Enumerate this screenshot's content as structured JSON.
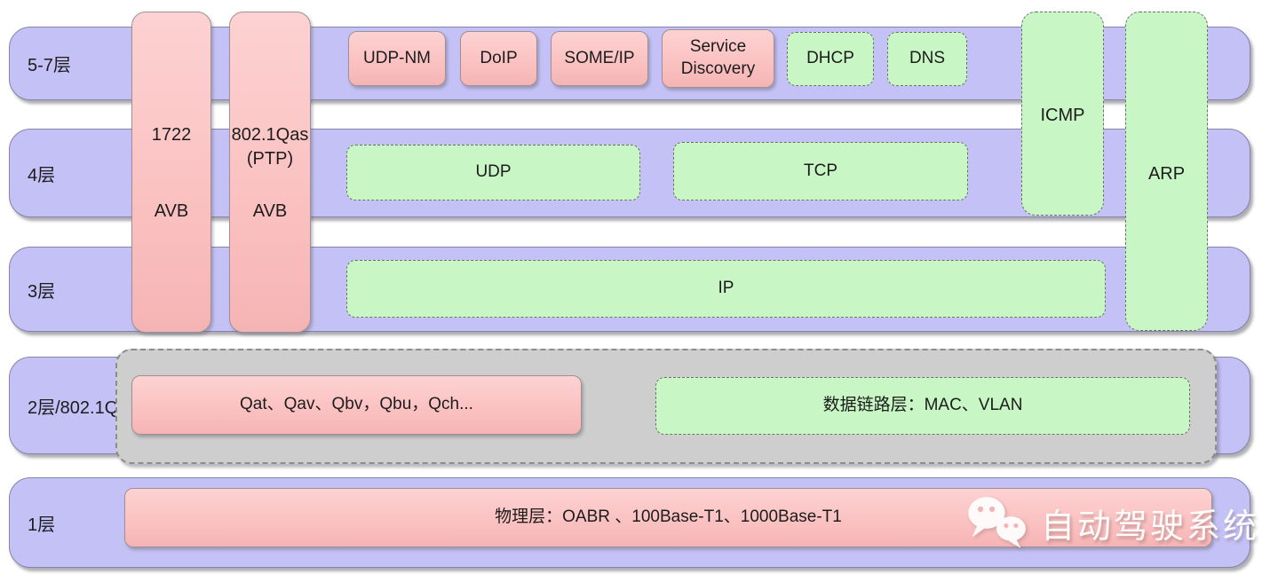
{
  "colors": {
    "page-bg": "#ffffff",
    "band": "#c4c1f6",
    "band-border": "#8583a8",
    "pink": "#fbc2c2",
    "pink-border": "#9e9096",
    "green": "#c8f6c4",
    "green-border": "#6e6e6e",
    "gray": "#cecece",
    "gray-border": "#8c8c8c",
    "text": "#1c1c1c"
  },
  "layer_labels": {
    "l57": "5-7层",
    "l4": "4层",
    "l3": "3层",
    "l2": "2层/802.1Q",
    "l1": "1层"
  },
  "columns": {
    "avb1722": {
      "title": "1722",
      "sub": "AVB"
    },
    "qas": {
      "title": "802.1Qas",
      "sub1": "(PTP)",
      "sub2": "AVB"
    },
    "icmp": {
      "label": "ICMP"
    },
    "arp": {
      "label": "ARP"
    }
  },
  "app_layer": {
    "udp_nm": "UDP-NM",
    "doip": "DoIP",
    "someip": "SOME/IP",
    "service_discovery": "Service Discovery",
    "dhcp": "DHCP",
    "dns": "DNS"
  },
  "transport_layer": {
    "udp": "UDP",
    "tcp": "TCP"
  },
  "network_layer": {
    "ip": "IP"
  },
  "datalink_layer": {
    "tsn": "Qat、Qav、Qbv，Qbu，Qch...",
    "mac": "数据链路层：MAC、VLAN"
  },
  "physical_layer": {
    "phy": "物理层：OABR 、100Base-T1、1000Base-T1"
  },
  "watermark": {
    "text": "自动驾驶系统"
  }
}
